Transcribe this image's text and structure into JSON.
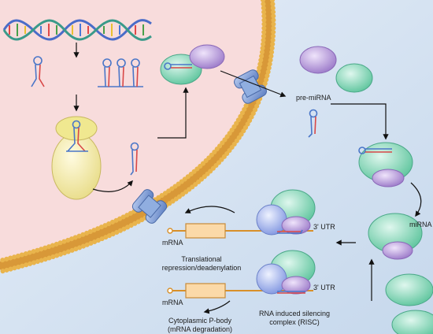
{
  "labels": {
    "pre_mirna": "pre-miRNA",
    "mirna_cut": "miRNA",
    "utr_top": "3' UTR",
    "utr_bottom": "3' UTR",
    "mrna_top": "mRNA",
    "mrna_bottom": "mRNA",
    "translational_line1": "Translational",
    "translational_line2": "repression/deadenylation",
    "pbody_line1": "Cytoplasmic P-body",
    "pbody_line2": "(mRNA degradation)",
    "risc_line1": "RNA induced silencing",
    "risc_line2": "complex (RISC)"
  },
  "colors": {
    "nucleus": "#f8dcdc",
    "cytoplasm": "#d6e4f0",
    "membrane_head": "#e9b44c",
    "pore": "#7f9fd4",
    "drosha": "#f7f0b0",
    "dgcr8": "#f3eaa0",
    "green_protein": "#88d8b8",
    "purple_protein": "#b89ad8",
    "blue_protein": "#9cb0ea",
    "mrna_line": "#d8902a",
    "mrna_box": "#fbd9a8",
    "rna_strand": "#4a76c8",
    "rna_red": "#d84848"
  }
}
